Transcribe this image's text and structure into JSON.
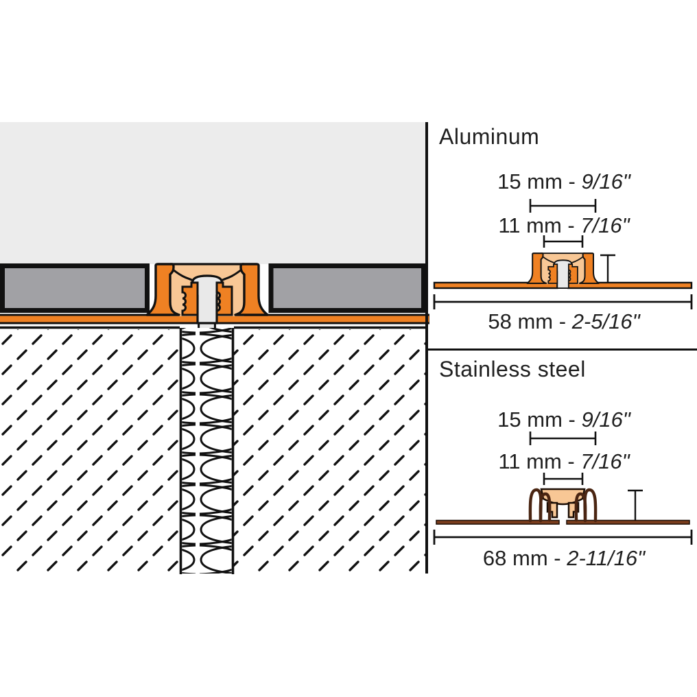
{
  "colors": {
    "accent-orange": "#ef8123",
    "insert-peach": "#f8c795",
    "steel-brown": "#4a2512",
    "tile-gray": "#a1a1a5",
    "sky-gray": "#ececec",
    "channel-gray": "#e9e9e9",
    "line-black": "#111111"
  },
  "sections": {
    "aluminum": {
      "label": "Aluminum",
      "dims": {
        "top": {
          "metric": "15 mm - ",
          "imperial": "9/16\""
        },
        "middle": {
          "metric": "11 mm - ",
          "imperial": "7/16\""
        },
        "width": {
          "metric": "58 mm - ",
          "imperial": "2-5/16\""
        }
      }
    },
    "stainless": {
      "label": "Stainless steel",
      "dims": {
        "top": {
          "metric": "15 mm - ",
          "imperial": "9/16\""
        },
        "middle": {
          "metric": "11 mm - ",
          "imperial": "7/16\""
        },
        "width": {
          "metric": "68 mm - ",
          "imperial": "2-11/16\""
        }
      }
    }
  }
}
